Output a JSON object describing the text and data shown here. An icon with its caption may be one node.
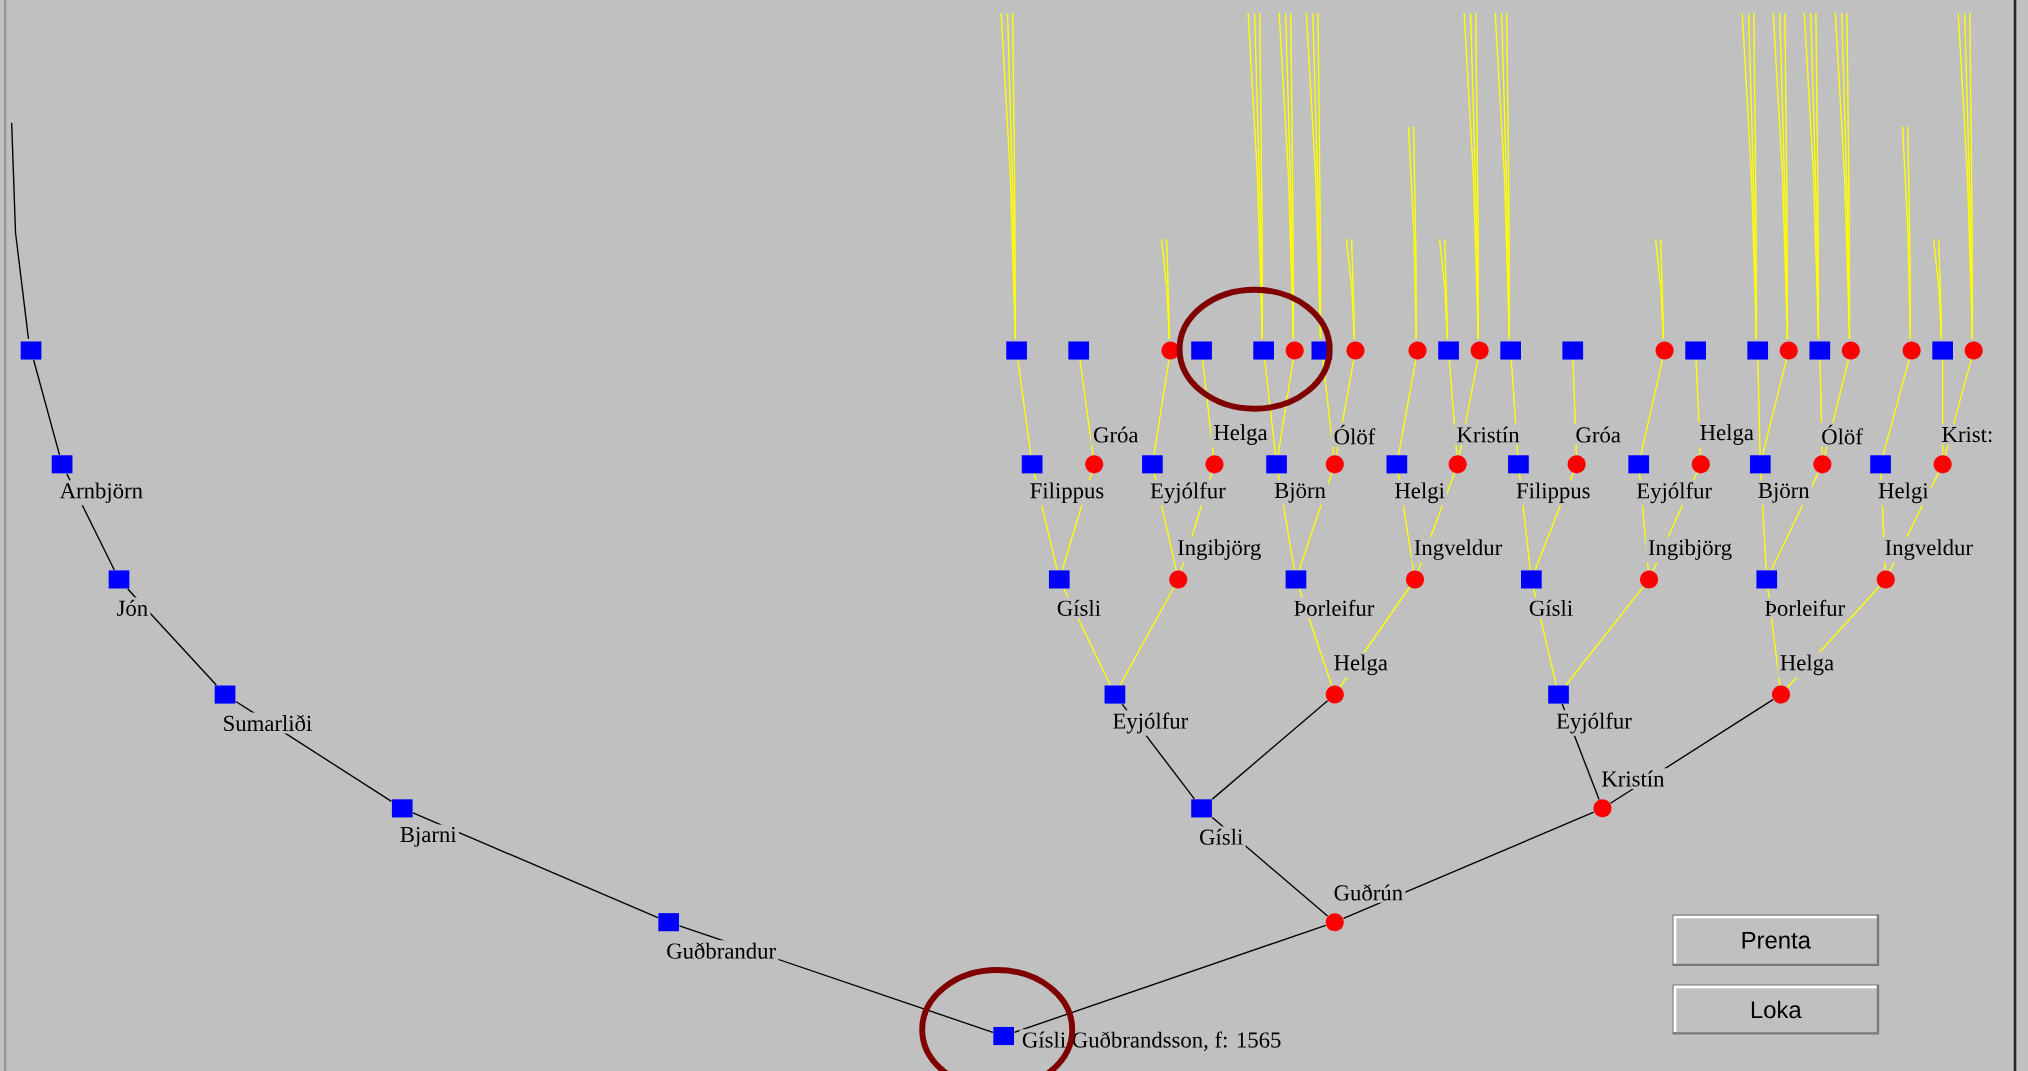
{
  "diagram": {
    "nodes": [
      {
        "text": [],
        "shape": "box"
      },
      {
        "text": [],
        "shape": "box",
        "beside": [
          "Arnbjörn"
        ]
      },
      {
        "text": [],
        "shape": "box",
        "beside": [
          "Jón"
        ]
      },
      {
        "text": [],
        "shape": "box",
        "beside": [
          "Sumarliði"
        ]
      },
      {
        "text": [],
        "shape": "box",
        "beside": [
          "Bjarni"
        ]
      },
      {
        "text": [],
        "shape": "box",
        "beside": [
          "Guðbrandur"
        ]
      },
      {
        "text": [],
        "shape": "box",
        "beside": [
          "Gísli Guðbrandsson, f: 1565"
        ]
      },
      {
        "text": [],
        "shape": "circle",
        "beside": [
          "Guðrún"
        ]
      },
      {
        "text": [],
        "shape": "box",
        "beside": [
          "Gísli"
        ]
      },
      {
        "text": [],
        "shape": "circle",
        "beside": [
          "Kristín"
        ]
      },
      {
        "text": [],
        "shape": "box",
        "beside": [
          "Eyjólfur"
        ]
      },
      {
        "text": [],
        "shape": "circle",
        "beside": [
          "Helga"
        ]
      },
      {
        "text": [],
        "shape": "box",
        "beside": [
          "Eyjólfur"
        ]
      },
      {
        "text": [],
        "shape": "circle",
        "beside": [
          "Helga"
        ]
      },
      {
        "text": [],
        "shape": "box",
        "beside": [
          "Gísli"
        ]
      },
      {
        "text": [],
        "shape": "circle",
        "beside": [
          "Ingibjörg"
        ]
      },
      {
        "text": [],
        "shape": "box",
        "beside": [
          "Þorleifur"
        ]
      },
      {
        "text": [],
        "shape": "circle",
        "beside": [
          "Ingveldur"
        ]
      },
      {
        "text": [],
        "shape": "box",
        "beside": [
          "Gísli"
        ]
      },
      {
        "text": [],
        "shape": "circle",
        "beside": [
          "Ingibjörg"
        ]
      },
      {
        "text": [],
        "shape": "box",
        "beside": [
          "Þorleifur"
        ]
      },
      {
        "text": [],
        "shape": "circle",
        "beside": [
          "Ingveldur"
        ]
      },
      {
        "text": [],
        "shape": "box",
        "beside": [
          "Filippus"
        ]
      },
      {
        "text": [],
        "shape": "circle",
        "beside": [
          "Gróa"
        ]
      },
      {
        "text": [],
        "shape": "box",
        "beside": [
          "Eyjólfur"
        ]
      },
      {
        "text": [],
        "shape": "circle",
        "beside": [
          "Helga"
        ]
      },
      {
        "text": [],
        "shape": "box",
        "beside": [
          "Björn"
        ]
      },
      {
        "text": [],
        "shape": "circle",
        "beside": [
          "Ólöf"
        ]
      },
      {
        "text": [],
        "shape": "box",
        "beside": [
          "Helgi"
        ]
      },
      {
        "text": [],
        "shape": "circle",
        "beside": [
          "Kristín"
        ]
      },
      {
        "text": [],
        "shape": "box",
        "beside": [
          "Filippus"
        ]
      },
      {
        "text": [],
        "shape": "circle",
        "beside": [
          "Gróa"
        ]
      },
      {
        "text": [],
        "shape": "box",
        "beside": [
          "Eyjólfur"
        ]
      },
      {
        "text": [],
        "shape": "circle",
        "beside": [
          "Helga"
        ]
      },
      {
        "text": [],
        "shape": "box",
        "beside": [
          "Björn"
        ]
      },
      {
        "text": [],
        "shape": "circle",
        "beside": [
          "Ólöf"
        ]
      },
      {
        "text": [],
        "shape": "box",
        "beside": [
          "Helgi"
        ]
      },
      {
        "text": [],
        "shape": "circle",
        "beside": [
          "Krist:"
        ]
      },
      {
        "text": [],
        "shape": "box"
      },
      {
        "text": [],
        "shape": "box"
      },
      {
        "text": [],
        "shape": "circle"
      },
      {
        "text": [],
        "shape": "box"
      },
      {
        "text": [],
        "shape": "box"
      },
      {
        "text": [],
        "shape": "circle"
      },
      {
        "text": [],
        "shape": "box"
      },
      {
        "text": [],
        "shape": "circle"
      },
      {
        "text": [],
        "shape": "circle"
      },
      {
        "text": [],
        "shape": "box"
      },
      {
        "text": [],
        "shape": "circle"
      },
      {
        "text": [],
        "shape": "box"
      },
      {
        "text": [],
        "shape": "box"
      },
      {
        "text": [],
        "shape": "circle"
      },
      {
        "text": [],
        "shape": "box"
      },
      {
        "text": [],
        "shape": "box"
      },
      {
        "text": [],
        "shape": "circle"
      },
      {
        "text": [],
        "shape": "box"
      },
      {
        "text": [],
        "shape": "circle"
      },
      {
        "text": [],
        "shape": "circle"
      },
      {
        "text": [],
        "shape": "box"
      },
      {
        "text": [],
        "shape": "circle"
      },
      {
        "text": [
          "Prenta"
        ]
      },
      {
        "text": [
          "Loka"
        ]
      }
    ],
    "edges": [
      {
        "from": 1,
        "to": 0,
        "arrow": "none",
        "color": "#000000"
      },
      {
        "from": 2,
        "to": 1,
        "arrow": "none",
        "color": "#000000"
      },
      {
        "from": 3,
        "to": 2,
        "arrow": "none",
        "color": "#000000"
      },
      {
        "from": 4,
        "to": 3,
        "arrow": "none",
        "color": "#000000"
      },
      {
        "from": 5,
        "to": 4,
        "arrow": "none",
        "color": "#000000"
      },
      {
        "from": 6,
        "to": 5,
        "arrow": "none",
        "color": "#000000"
      },
      {
        "from": 6,
        "to": 7,
        "arrow": "none",
        "color": "#000000"
      },
      {
        "from": 7,
        "to": 8,
        "arrow": "none",
        "color": "#000000"
      },
      {
        "from": 7,
        "to": 9,
        "arrow": "none",
        "color": "#000000"
      },
      {
        "from": 8,
        "to": 10,
        "arrow": "none",
        "color": "#000000"
      },
      {
        "from": 8,
        "to": 11,
        "arrow": "none",
        "color": "#000000"
      },
      {
        "from": 9,
        "to": 12,
        "arrow": "none",
        "color": "#000000"
      },
      {
        "from": 9,
        "to": 13,
        "arrow": "none",
        "color": "#000000"
      },
      {
        "from": 10,
        "to": 14,
        "arrow": "none"
      },
      {
        "from": 10,
        "to": 15,
        "arrow": "none"
      },
      {
        "from": 11,
        "to": 16,
        "arrow": "none"
      },
      {
        "from": 11,
        "to": 17,
        "arrow": "none"
      },
      {
        "from": 12,
        "to": 18,
        "arrow": "none"
      },
      {
        "from": 12,
        "to": 19,
        "arrow": "none"
      },
      {
        "from": 13,
        "to": 20,
        "arrow": "none"
      },
      {
        "from": 13,
        "to": 21,
        "arrow": "none"
      },
      {
        "from": 14,
        "to": 22,
        "arrow": "none"
      },
      {
        "from": 14,
        "to": 23,
        "arrow": "none"
      },
      {
        "from": 15,
        "to": 24,
        "arrow": "none"
      },
      {
        "from": 15,
        "to": 25,
        "arrow": "none"
      },
      {
        "from": 16,
        "to": 26,
        "arrow": "none"
      },
      {
        "from": 16,
        "to": 27,
        "arrow": "none"
      },
      {
        "from": 17,
        "to": 28,
        "arrow": "none"
      },
      {
        "from": 17,
        "to": 29,
        "arrow": "none"
      },
      {
        "from": 18,
        "to": 30,
        "arrow": "none"
      },
      {
        "from": 18,
        "to": 31,
        "arrow": "none"
      },
      {
        "from": 19,
        "to": 32,
        "arrow": "none"
      },
      {
        "from": 19,
        "to": 33,
        "arrow": "none"
      },
      {
        "from": 20,
        "to": 34,
        "arrow": "none"
      },
      {
        "from": 20,
        "to": 35,
        "arrow": "none"
      },
      {
        "from": 21,
        "to": 36,
        "arrow": "none"
      },
      {
        "from": 21,
        "to": 37,
        "arrow": "none"
      },
      {
        "from": 22,
        "to": 38,
        "arrow": "none"
      },
      {
        "from": 23,
        "to": 39,
        "arrow": "none"
      },
      {
        "from": 24,
        "to": 40,
        "arrow": "none"
      },
      {
        "from": 25,
        "to": 41,
        "arrow": "none"
      },
      {
        "from": 26,
        "to": 42,
        "arrow": "none"
      },
      {
        "from": 26,
        "to": 43,
        "arrow": "none"
      },
      {
        "from": 27,
        "to": 44,
        "arrow": "none"
      },
      {
        "from": 27,
        "to": 45,
        "arrow": "none"
      },
      {
        "from": 28,
        "to": 46,
        "arrow": "none"
      },
      {
        "from": 29,
        "to": 47,
        "arrow": "none"
      },
      {
        "from": 29,
        "to": 48,
        "arrow": "none"
      },
      {
        "from": 30,
        "to": 49,
        "arrow": "none"
      },
      {
        "from": 31,
        "to": 50,
        "arrow": "none"
      },
      {
        "from": 32,
        "to": 51,
        "arrow": "none"
      },
      {
        "from": 33,
        "to": 52,
        "arrow": "none"
      },
      {
        "from": 34,
        "to": 53,
        "arrow": "none"
      },
      {
        "from": 34,
        "to": 54,
        "arrow": "none"
      },
      {
        "from": 35,
        "to": 55,
        "arrow": "none"
      },
      {
        "from": 35,
        "to": 56,
        "arrow": "none"
      },
      {
        "from": 36,
        "to": 57,
        "arrow": "none"
      },
      {
        "from": 37,
        "to": 58,
        "arrow": "none"
      },
      {
        "from": 37,
        "to": 59,
        "arrow": "none"
      }
    ]
  }
}
